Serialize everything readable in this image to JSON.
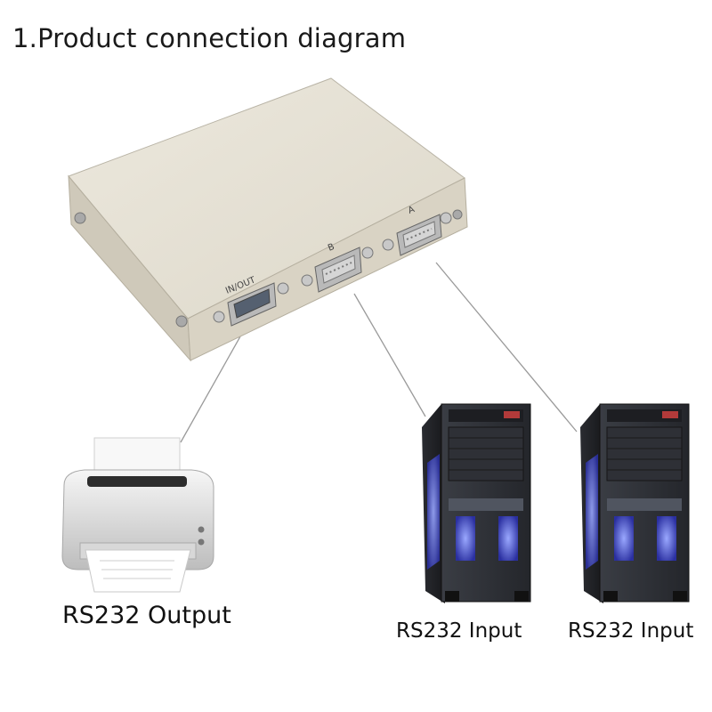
{
  "title": "1.Product connection diagram",
  "switch_box": {
    "port_in_out": "IN/OUT",
    "port_b": "B",
    "port_a": "A",
    "body_color": "#e2ddd0"
  },
  "devices": {
    "printer_label": "RS232 Output",
    "computer_1_label": "RS232 Input",
    "computer_2_label": "RS232 Input"
  },
  "connectors": [
    {
      "from": "IN/OUT",
      "to": "printer"
    },
    {
      "from": "B",
      "to": "computer_1"
    },
    {
      "from": "A",
      "to": "computer_2"
    }
  ]
}
